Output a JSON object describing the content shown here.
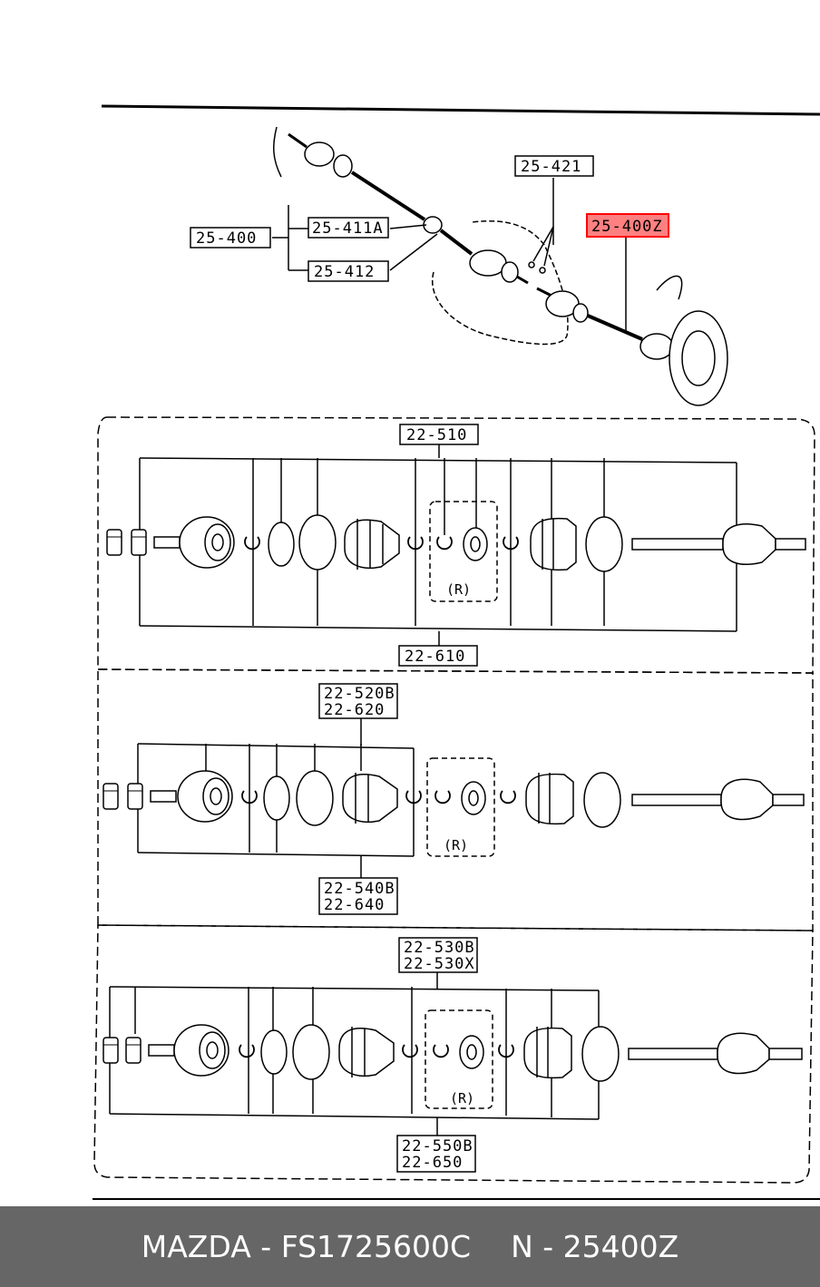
{
  "colors": {
    "line": "#000000",
    "highlight": "#ff0000",
    "highlight_fill": "#ff8080",
    "footer_bg": "#666666",
    "footer_text": "#ffffff"
  },
  "labels": {
    "p25_400": "25-400",
    "p25_411a": "25-411A",
    "p25_412": "25-412",
    "p25_421": "25-421",
    "p25_400z": "25-400Z",
    "p22_510": "22-510",
    "p22_610": "22-610",
    "p22_520b": "22-520B",
    "p22_620": "22-620",
    "p22_540b": "22-540B",
    "p22_640": "22-640",
    "p22_530b": "22-530B",
    "p22_530x": "22-530X",
    "p22_550b": "22-550B",
    "p22_650": "22-650",
    "r_tag": "(R)"
  },
  "footer": {
    "brand_part": "MAZDA - FS1725600C",
    "ref": "N - 25400Z"
  }
}
